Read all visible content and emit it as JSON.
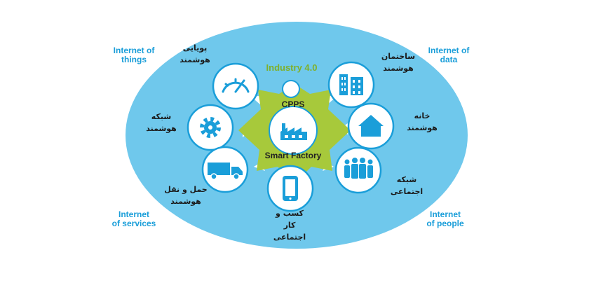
{
  "center": {
    "top_label": "Industry 4.0",
    "cpps_label": "CPPS",
    "factory_label": "Smart Factory"
  },
  "corners": {
    "things": [
      "Internet of",
      "things"
    ],
    "data": [
      "Internet of",
      "data"
    ],
    "services": [
      "Internet",
      "of services"
    ],
    "people": [
      "Internet",
      "of people"
    ]
  },
  "nodes": [
    {
      "id": "smart-mobility",
      "icon": "speedometer-icon",
      "label": [
        "پویایی",
        "هوشمند"
      ]
    },
    {
      "id": "smart-building",
      "icon": "buildings-icon",
      "label": [
        "ساختمان",
        "هوشمند"
      ]
    },
    {
      "id": "smart-grid",
      "icon": "gear-icon",
      "label": [
        "شبکه",
        "هوشمند"
      ]
    },
    {
      "id": "smart-home",
      "icon": "house-icon",
      "label": [
        "خانه",
        "هوشمند"
      ]
    },
    {
      "id": "smart-logistics",
      "icon": "truck-icon",
      "label": [
        "حمل و نقل",
        "هوشمند"
      ]
    },
    {
      "id": "social-network",
      "icon": "people-icon",
      "label": [
        "شبکه",
        "اجتماعی"
      ]
    },
    {
      "id": "social-business",
      "icon": "smartphone-icon",
      "label": [
        "کسب و",
        "کار",
        "اجتماعی"
      ]
    }
  ],
  "colors": {
    "outer_ellipse": "#6fc8ec",
    "star": "#a7c93b",
    "node_ring": "#1a9ed9",
    "node_fill": "#ffffff",
    "corner_text": "#1a9ed9",
    "top_label_text": "#7fb02a"
  }
}
